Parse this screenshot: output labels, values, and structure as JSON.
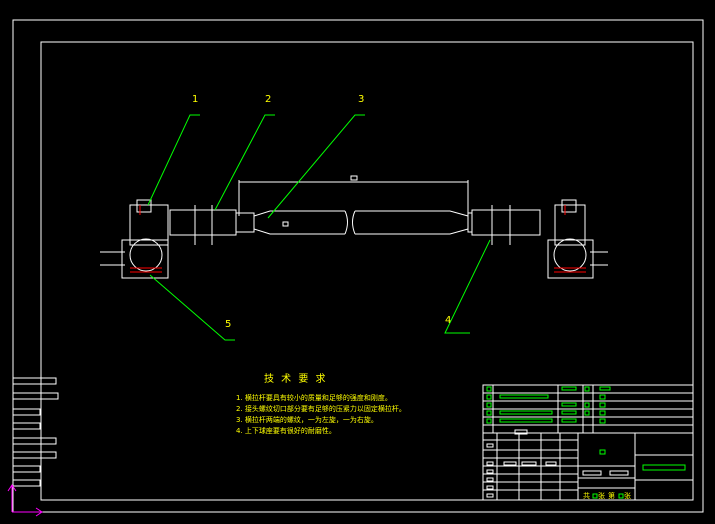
{
  "drawing": {
    "part_labels": [
      "1",
      "2",
      "3",
      "4",
      "5"
    ],
    "technical_requirements": {
      "title": "技 术 要 求",
      "items": [
        "1. 横拉杆要具有较小的质量和足够的强度和刚度。",
        "2. 接头螺纹切口部分要有足够的压紧力以固定横拉杆。",
        "3. 横拉杆两端的螺纹，一为左旋，一为右旋。",
        "4. 上下球座要有很好的耐磨性。"
      ]
    },
    "title_block": {
      "sheet_info": [
        "共",
        "张",
        "第",
        "张"
      ]
    }
  },
  "colors": {
    "background": "#000000",
    "frame": "#ffffff",
    "leader": "#00ff00",
    "label": "#ffff00",
    "part": "#ffffff",
    "hatch": "#ff0000",
    "ucs": "#ff00ff"
  }
}
